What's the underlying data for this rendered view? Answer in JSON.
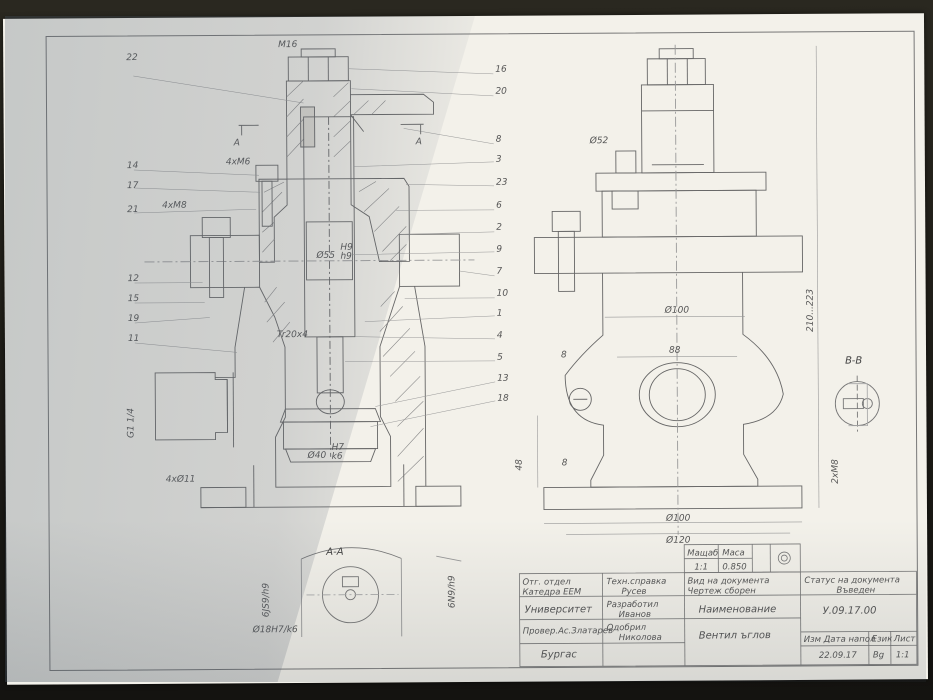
{
  "left_view": {
    "callouts_left": [
      "22",
      "14",
      "17",
      "21",
      "12",
      "15",
      "19",
      "11"
    ],
    "callouts_right": [
      "16",
      "20",
      "8",
      "3",
      "23",
      "6",
      "2",
      "9",
      "7",
      "10",
      "1",
      "4",
      "5",
      "13",
      "18"
    ],
    "dims": {
      "m16": "M16",
      "four_m6": "4xM6",
      "four_m8": "4xM8",
      "d55": "Ø55",
      "h9": "H9",
      "h9b": "h9",
      "tr": "Tr20x4",
      "d40": "Ø40",
      "h7": "H7",
      "k6": "k6",
      "g114": "G1 1/4",
      "four_d11": "4xØ11",
      "section_a": "A",
      "section_a2": "A"
    }
  },
  "section_aa": {
    "title": "A-A",
    "dim_left": "6JS9/h9",
    "dim_right": "6N9/h9",
    "dim_bottom": "Ø18H7/k6"
  },
  "right_view": {
    "d52": "Ø52",
    "d100_mid": "Ø100",
    "dim_88": "88",
    "dim_8a": "8",
    "dim_8b": "8",
    "dim_48": "48",
    "d100_bottom": "Ø100",
    "d120": "Ø120",
    "height": "210...223",
    "two_m8": "2xM8"
  },
  "section_bb": {
    "title": "B-B"
  },
  "title_block": {
    "scale_label": "Мащаб",
    "scale_value": "1:1",
    "mass_label": "Маса",
    "mass_value": "0.850",
    "dept_label": "Отг. отдел",
    "dept_value": "Катедра ЕЕМ",
    "tech_label": "Техн.справка",
    "tech_value": "Русев",
    "doc_type_label": "Вид на документа",
    "doc_type_value": "Чертеж сборен",
    "status_label": "Статус на документа",
    "status_value": "Въведен",
    "org": "Университет",
    "developed_label": "Разработил",
    "developed_value": "Иванов",
    "name_label": "Наименование",
    "checked_label": "Провер.Ас.Златарев",
    "approved_label": "Одобрил",
    "approved_value": "Николова",
    "doc_number": "У.09.17.00",
    "city": "Бургас",
    "product_name": "Вентил ъглов",
    "rev_label": "Изм Дата напол",
    "rev_date": "22.09.17",
    "lang_label": "Език",
    "lang_value": "Bg",
    "sheet_label": "Лист",
    "sheet_value": "1:1"
  }
}
